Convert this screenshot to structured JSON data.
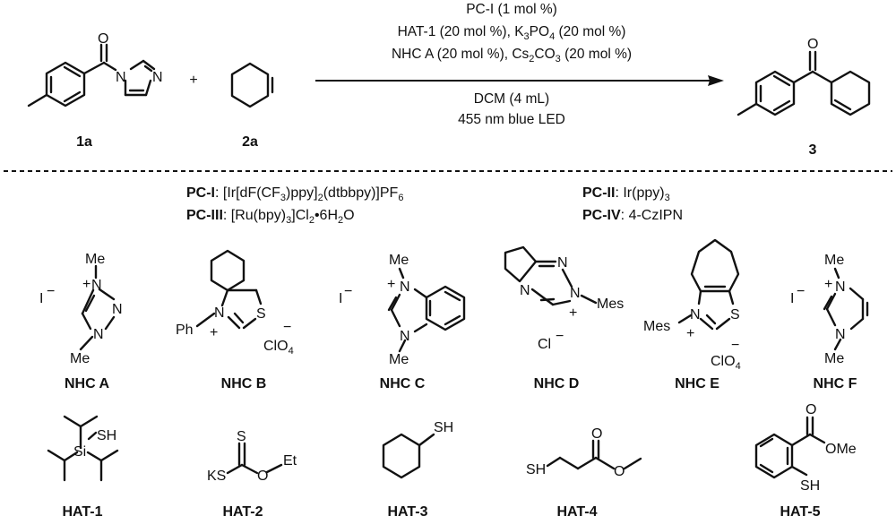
{
  "reaction": {
    "reactant_1_label": "1a",
    "reactant_2_label": "2a",
    "product_label": "3",
    "plus": "+",
    "atoms": {
      "O": "O",
      "N": "N",
      "S": "S",
      "Si": "Si",
      "I": "I",
      "Cl": "Cl"
    },
    "conditions_above": {
      "line1": "PC-I (1 mol %)",
      "line2": "HAT-1 (20 mol %), K",
      "line2_sub": "3",
      "line2_b": "PO",
      "line2_sub2": "4",
      "line2_c": " (20 mol %)",
      "line3": "NHC A (20 mol %), Cs",
      "line3_sub": "2",
      "line3_b": "CO",
      "line3_sub2": "3",
      "line3_c": " (20 mol %)"
    },
    "conditions_below": {
      "line1": "DCM (4 mL)",
      "line2": "455 nm blue LED"
    }
  },
  "photocatalysts": {
    "pc1_label": "PC-I",
    "pc1_a": ": [Ir[dF(CF",
    "pc1_s1": "3",
    "pc1_b": ")ppy]",
    "pc1_s2": "2",
    "pc1_c": "(dtbbpy)]PF",
    "pc1_s3": "6",
    "pc2_label": "PC-II",
    "pc2_value": ":  Ir(ppy)",
    "pc2_s1": "3",
    "pc3_label": "PC-III",
    "pc3_a": ": [Ru(bpy)",
    "pc3_s1": "3",
    "pc3_b": "]Cl",
    "pc3_s2": "2",
    "pc3_c": "•6H",
    "pc3_s3": "2",
    "pc3_d": "O",
    "pc4_label": "PC-IV",
    "pc4_value": ": 4-CzIPN"
  },
  "nhc": {
    "labels": [
      "NHC A",
      "NHC B",
      "NHC C",
      "NHC D",
      "NHC E",
      "NHC F"
    ],
    "iodide": "I",
    "minus": "−",
    "plus": "+",
    "methyl": "Me",
    "phenyl": "Ph",
    "mesityl": "Mes",
    "perchlorate_a": "ClO",
    "perchlorate_sub": "4",
    "chloride": "Cl"
  },
  "hat": {
    "labels": [
      "HAT-1",
      "HAT-2",
      "HAT-3",
      "HAT-4",
      "HAT-5"
    ],
    "thiol": "SH",
    "potassium_thio": "KS",
    "ethyl": "Et",
    "methoxy": "OMe"
  }
}
